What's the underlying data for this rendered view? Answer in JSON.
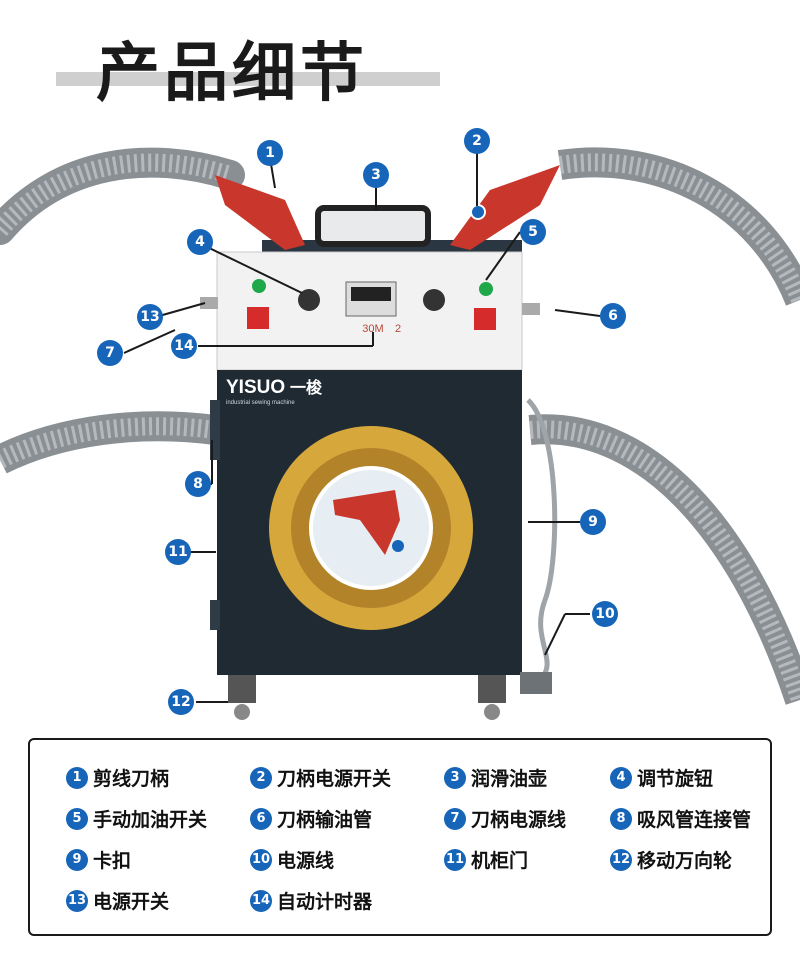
{
  "title": "产品细节",
  "brand": {
    "name": "YISUO",
    "chinese": "一梭",
    "tagline": "industrial sewing machine"
  },
  "timer_display": "30M",
  "timer_unit": "2",
  "callouts": [
    "1",
    "2",
    "3",
    "4",
    "5",
    "6",
    "7",
    "8",
    "9",
    "10",
    "11",
    "12",
    "13",
    "14"
  ],
  "legend": [
    {
      "num": "1",
      "label": "剪线刀柄"
    },
    {
      "num": "2",
      "label": "刀柄电源开关"
    },
    {
      "num": "3",
      "label": "润滑油壶"
    },
    {
      "num": "4",
      "label": "调节旋钮"
    },
    {
      "num": "5",
      "label": "手动加油开关"
    },
    {
      "num": "6",
      "label": "刀柄输油管"
    },
    {
      "num": "7",
      "label": "刀柄电源线"
    },
    {
      "num": "8",
      "label": "吸风管连接管"
    },
    {
      "num": "9",
      "label": "卡扣"
    },
    {
      "num": "10",
      "label": "电源线"
    },
    {
      "num": "11",
      "label": "机柜门"
    },
    {
      "num": "12",
      "label": "移动万向轮"
    },
    {
      "num": "13",
      "label": "电源开关"
    },
    {
      "num": "14",
      "label": "自动计时器"
    }
  ],
  "colors": {
    "accent": "#1665b8",
    "cabinet": "#1f2a33",
    "handle": "#c9362b",
    "gold": "#d6a73a"
  }
}
